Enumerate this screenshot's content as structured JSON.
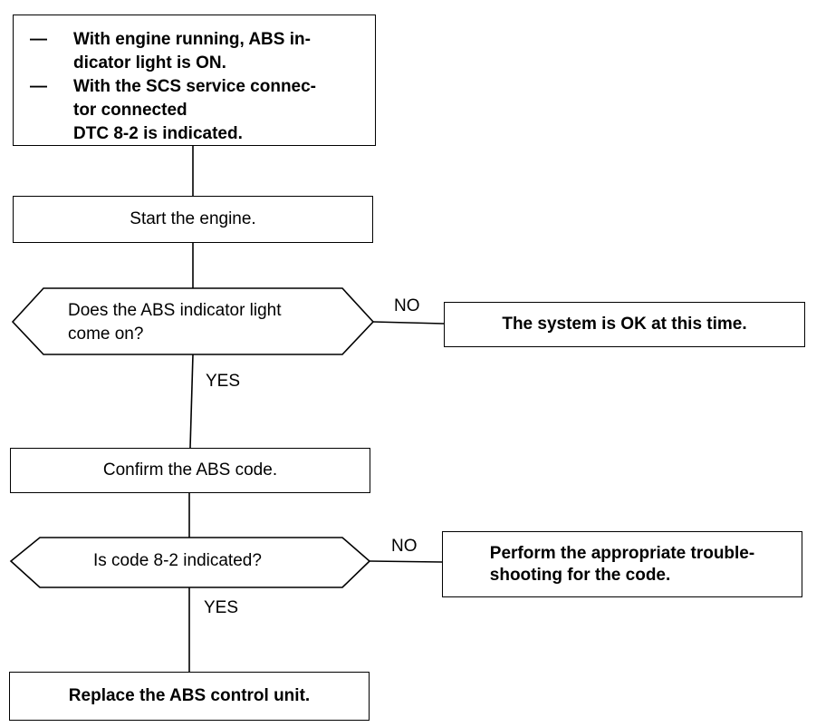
{
  "conditions": {
    "items": [
      {
        "marker": "—",
        "lines": [
          "With engine running, ABS in-",
          "dicator light is ON."
        ]
      },
      {
        "marker": "—",
        "lines": [
          "With the SCS service connec-",
          "tor connected"
        ]
      }
    ],
    "result": "DTC 8-2 is indicated."
  },
  "steps": {
    "start_engine": "Start the engine.",
    "abs_light_question": [
      "Does the ABS indicator light",
      "come on?"
    ],
    "system_ok": "The system is OK at this time.",
    "confirm_code": "Confirm the ABS code.",
    "code_question": "Is code 8-2 indicated?",
    "perform_troubleshooting": [
      "Perform the appropriate trouble-",
      "shooting for the code."
    ],
    "replace_unit": "Replace the ABS control unit."
  },
  "branches": {
    "q1_no": "NO",
    "q1_yes": "YES",
    "q2_no": "NO",
    "q2_yes": "YES"
  }
}
